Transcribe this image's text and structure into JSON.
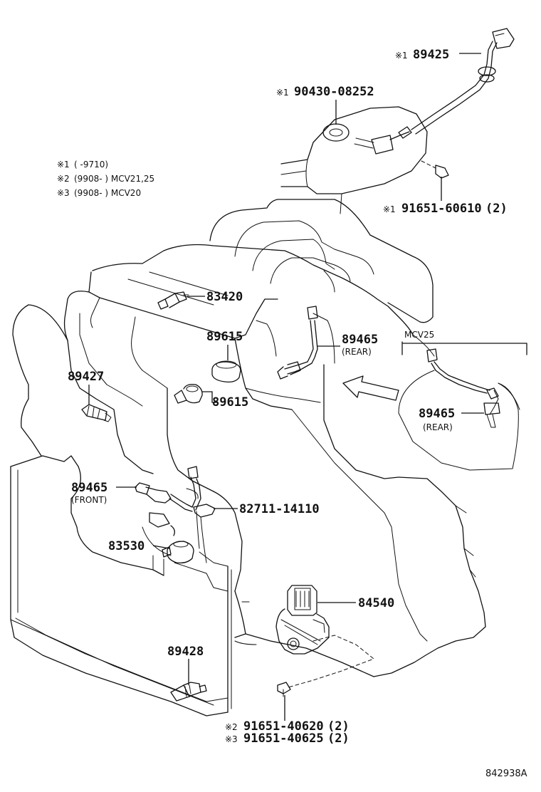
{
  "notes": [
    {
      "mark": "※1",
      "text": "(      -9710)"
    },
    {
      "mark": "※2",
      "text": "(9908-      ) MCV21,25"
    },
    {
      "mark": "※3",
      "text": "(9908-      ) MCV20"
    }
  ],
  "parts": {
    "p89425": {
      "mark": "※1",
      "number": "89425"
    },
    "p90430": {
      "mark": "※1",
      "number": "90430-08252"
    },
    "p91651_60610": {
      "mark": "※1",
      "number": "91651-60610",
      "qty": "(2)"
    },
    "p83420": {
      "number": "83420"
    },
    "p89615a": {
      "number": "89615"
    },
    "p89615b": {
      "number": "89615"
    },
    "p89465_rear": {
      "number": "89465",
      "sub": "(REAR)"
    },
    "p89465_rear_mcv25": {
      "number": "89465",
      "sub": "(REAR)"
    },
    "mcv25_label": "MCV25",
    "p89427": {
      "number": "89427"
    },
    "p89465_front": {
      "number": "89465",
      "sub": "(FRONT)"
    },
    "p82711": {
      "number": "82711-14110"
    },
    "p83530": {
      "number": "83530"
    },
    "p84540": {
      "number": "84540"
    },
    "p89428": {
      "number": "89428"
    },
    "p91651_40620": {
      "mark": "※2",
      "number": "91651-40620",
      "qty": "(2)"
    },
    "p91651_40625": {
      "mark": "※3",
      "number": "91651-40625",
      "qty": "(2)"
    }
  },
  "figure_id": "842938A"
}
